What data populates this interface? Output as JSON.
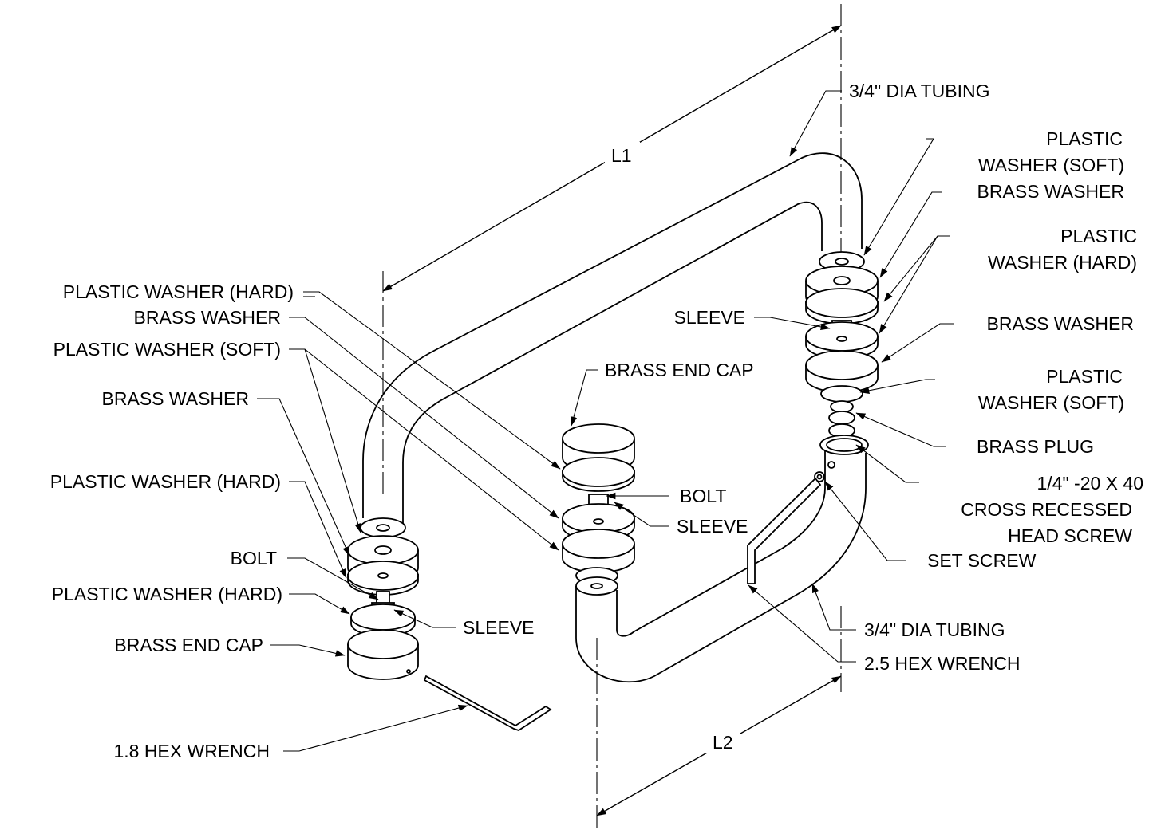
{
  "dimensions": {
    "l1": "L1",
    "l2": "L2"
  },
  "left_callouts": {
    "plastic_washer_hard_top": "PLASTIC WASHER (HARD)",
    "brass_washer_top": "BRASS WASHER",
    "plastic_washer_soft": "PLASTIC WASHER (SOFT)",
    "brass_washer": "BRASS WASHER",
    "plastic_washer_hard_mid": "PLASTIC WASHER (HARD)",
    "bolt": "BOLT",
    "plastic_washer_hard_low": "PLASTIC WASHER (HARD)",
    "brass_end_cap": "BRASS END CAP",
    "hex_wrench": "1.8 HEX WRENCH",
    "sleeve": "SLEEVE"
  },
  "center_callouts": {
    "brass_end_cap": "BRASS END CAP",
    "bolt": "BOLT",
    "sleeve": "SLEEVE"
  },
  "right_callouts": {
    "tubing_top": "3/4\" DIA  TUBING",
    "plastic_washer_soft_top": [
      "PLASTIC",
      "WASHER (SOFT)"
    ],
    "brass_washer_top": "BRASS WASHER",
    "plastic_washer_hard": [
      "PLASTIC",
      "WASHER (HARD)"
    ],
    "sleeve": "SLEEVE",
    "brass_washer": "BRASS WASHER",
    "plastic_washer_soft": [
      "PLASTIC",
      "WASHER (SOFT)"
    ],
    "brass_plug": "BRASS PLUG",
    "screw": [
      "1/4\" -20 X 40",
      "CROSS RECESSED",
      "HEAD SCREW"
    ],
    "set_screw": "SET SCREW",
    "tubing_bottom": "3/4\" DIA  TUBING",
    "hex_wrench": "2.5 HEX WRENCH"
  }
}
